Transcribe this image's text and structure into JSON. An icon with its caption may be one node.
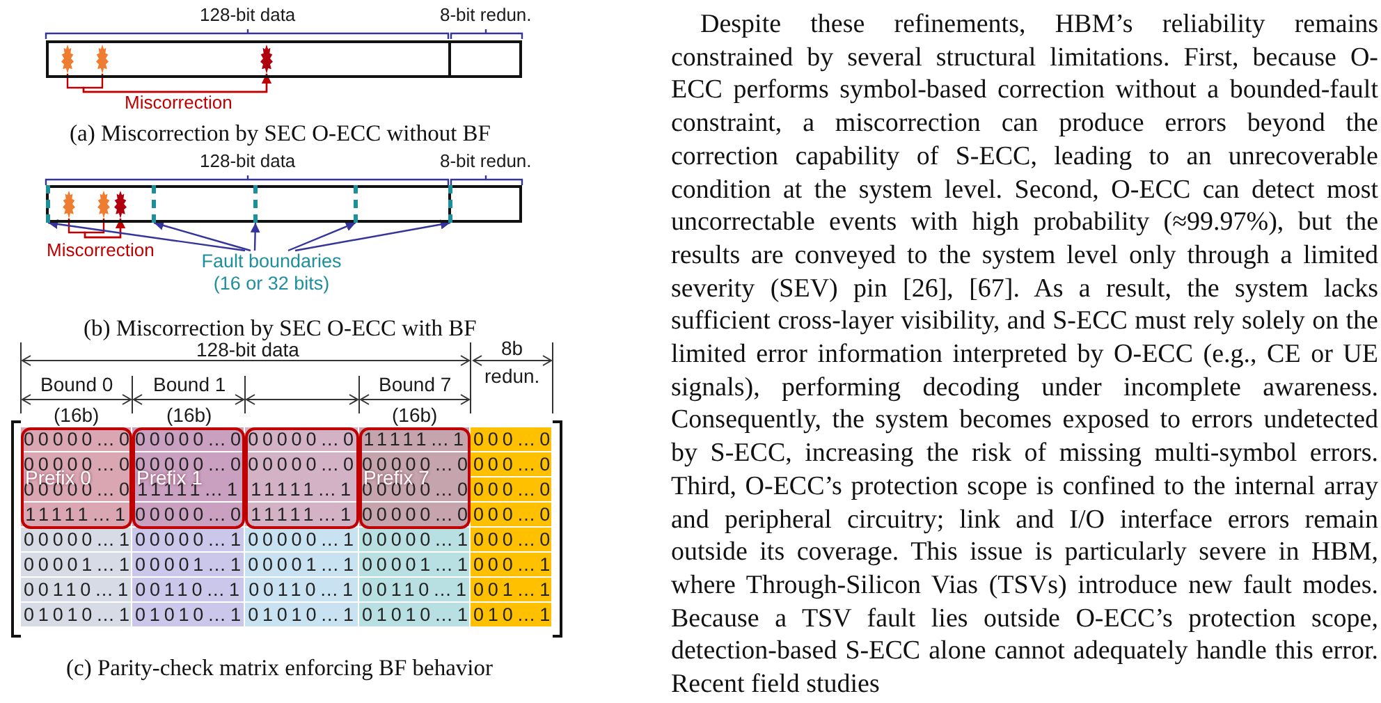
{
  "diagram": {
    "nodes": [
      {
        "text": [],
        "shape": "bar"
      },
      {
        "text": [],
        "shape": "flame",
        "in": 0
      },
      {
        "text": [],
        "shape": "flame",
        "in": 0
      },
      {
        "text": [],
        "shape": "flame",
        "in": 0
      },
      {
        "text": [],
        "shape": "bar"
      },
      {
        "text": [],
        "shape": "flame",
        "in": 4
      },
      {
        "text": [],
        "shape": "flame",
        "in": 4
      },
      {
        "text": [],
        "shape": "flame",
        "in": 4
      },
      {
        "text": [],
        "shape": "line",
        "in": 4
      },
      {
        "text": [],
        "shape": "line",
        "in": 4
      },
      {
        "text": [],
        "shape": "line",
        "in": 4
      },
      {
        "text": [],
        "shape": "line",
        "in": 4
      },
      {
        "text": [],
        "shape": "line",
        "in": 4
      },
      {
        "text": [
          "Fault boundaries (16 or 32 bits)"
        ]
      },
      {
        "text": [
          "Prefix 0"
        ]
      },
      {
        "text": [
          "Prefix 1"
        ]
      },
      {
        "text": [],
        "shape": "box"
      },
      {
        "text": [
          "Prefix 7"
        ]
      }
    ],
    "edges": [
      {
        "from": 1,
        "to": 3,
        "arrow": "to",
        "label": "Miscorrection",
        "color": "#c00000"
      },
      {
        "from": 2,
        "to": 3,
        "arrow": "to",
        "color": "#c00000"
      },
      {
        "from": 5,
        "to": 7,
        "arrow": "to",
        "label": "Miscorrection",
        "color": "#c00000"
      },
      {
        "from": 6,
        "to": 7,
        "arrow": "to",
        "color": "#c00000"
      },
      {
        "from": 13,
        "to": 8,
        "arrow": "to"
      },
      {
        "from": 13,
        "to": 9,
        "arrow": "to"
      },
      {
        "from": 13,
        "to": 10,
        "arrow": "to"
      },
      {
        "from": 13,
        "to": 11,
        "arrow": "to"
      },
      {
        "from": 13,
        "to": 12,
        "arrow": "to"
      }
    ],
    "labels": [
      "128-bit data",
      "8-bit redun.",
      "(a) Miscorrection by SEC O-ECC without BF",
      "128-bit data",
      "8-bit redun.",
      "(b) Miscorrection by SEC O-ECC with BF",
      "128-bit data",
      "8b",
      "redun.",
      "Bound 0",
      "Bound 1",
      "Bound 7",
      "(16b)",
      "(16b)",
      "(16b)",
      "00000…0",
      "00000…0",
      "00000…0",
      "11111…1",
      "000…0",
      "00000…0",
      "00000…0",
      "00000…0",
      "00000…0",
      "000…0",
      "00000…0",
      "11111…1",
      "11111…1",
      "00000…0",
      "000…0",
      "11111…1",
      "00000…0",
      "11111…1",
      "00000…0",
      "000…0",
      "00000…1",
      "00000…1",
      "00000…1",
      "00000…1",
      "000…0",
      "00001…1",
      "00001…1",
      "00001…1",
      "00001…1",
      "000…1",
      "00110…1",
      "00110…1",
      "00110…1",
      "00110…1",
      "001…1",
      "01010…1",
      "01010…1",
      "01010…1",
      "01010…1",
      "010…1",
      "(c) Parity-check matrix enforcing BF behavior",
      "Despite these refinements, HBM’s reliability remains constrained by several structural limitations. First, because O-ECC performs symbol-based correction without a bounded-fault constraint, a miscorrection can produce errors beyond the correction capability of S-ECC, leading to an unrecoverable condition at the system level. Second, O-ECC can detect most uncorrectable events with high probability (≈99.97%), but the results are conveyed to the system level only through a limited severity (SEV) pin [26], [67]. As a result, the system lacks sufficient cross-layer visibility, and S-ECC must rely solely on the limited error information interpreted by O-ECC (e.g., CE or UE signals), performing decoding under incomplete awareness. Consequently, the system becomes exposed to errors undetected by S-ECC, increasing the risk of missing multi-symbol errors. Third, O-ECC’s protection scope is confined to the internal array and peripheral circuitry; link and I/O interface errors remain outside its coverage. This issue is particularly severe in HBM, where Through-Silicon Vias (TSVs) introduce new fault modes. Because a TSV fault lies outside O-ECC’s protection scope, detection-based S-ECC alone cannot adequately handle this error. Recent field studies"
    ]
  }
}
